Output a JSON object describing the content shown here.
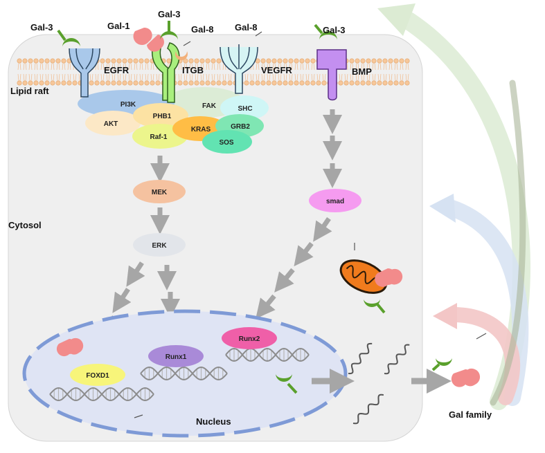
{
  "regions": {
    "lipid_raft": "Lipid raft",
    "cytosol": "Cytosol",
    "nucleus": "Nucleus",
    "gal_family": "Gal family"
  },
  "galectins": {
    "gal3_egfr": "Gal-3",
    "gal1": "Gal-1",
    "gal3_itgb": "Gal-3",
    "gal8_itgb": "Gal-8",
    "gal8_vegfr": "Gal-8",
    "gal3_bmp": "Gal-3"
  },
  "receptors": {
    "egfr": "EGFR",
    "itgb": "ITGB",
    "vegfr": "VEGFR",
    "bmp": "BMP"
  },
  "complex": {
    "pi3k": "PI3K",
    "akt": "AKT",
    "phb1": "PHB1",
    "raf1": "Raf-1",
    "fak": "FAK",
    "shc": "SHC",
    "kras": "KRAS",
    "grb2": "GRB2",
    "sos": "SOS"
  },
  "pathway": {
    "mek": "MEK",
    "erk": "ERK",
    "smad": "smad"
  },
  "nuclear": {
    "foxd1": "FOXD1",
    "runx1": "Runx1",
    "runx2": "Runx2"
  },
  "colors": {
    "gal3_green": "#5aa02c",
    "gal1_pink": "#f28b8b",
    "gal8_blue": "#8fa5d6",
    "gal8_orange": "#f2b07a",
    "cell_bg": "#efefef",
    "nucleus_fill": "#dfe4f4",
    "nucleus_border": "#7e9ad6",
    "arrow_gray": "#a6a6a6",
    "egfr_blue": "#a9c8ea",
    "itgb_green": "#a9ef7d",
    "bmp_purple": "#c38ff0"
  }
}
